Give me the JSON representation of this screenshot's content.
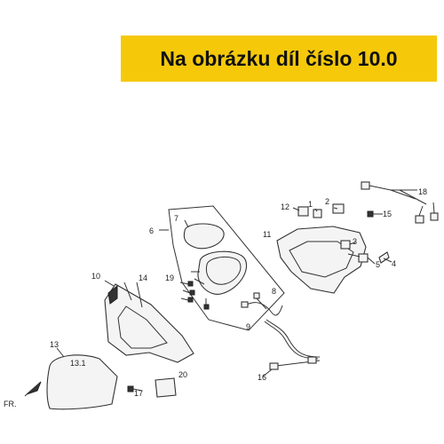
{
  "banner": {
    "text": "Na obrázku díl číslo 10.0",
    "color": "#f5c90a"
  },
  "diagram": {
    "labels": {
      "p1": "1",
      "p2": "2",
      "p3": "3",
      "p4": "4",
      "p5": "5",
      "p6": "6",
      "p7": "7",
      "p8": "8",
      "p9": "9",
      "p10": "10",
      "p11": "11",
      "p12": "12",
      "p13": "13",
      "p13_1": "13.1",
      "p14": "14",
      "p15": "15",
      "p16": "16",
      "p17": "17",
      "p18": "18",
      "p19": "19",
      "p20": "20",
      "fr": "FR."
    }
  }
}
